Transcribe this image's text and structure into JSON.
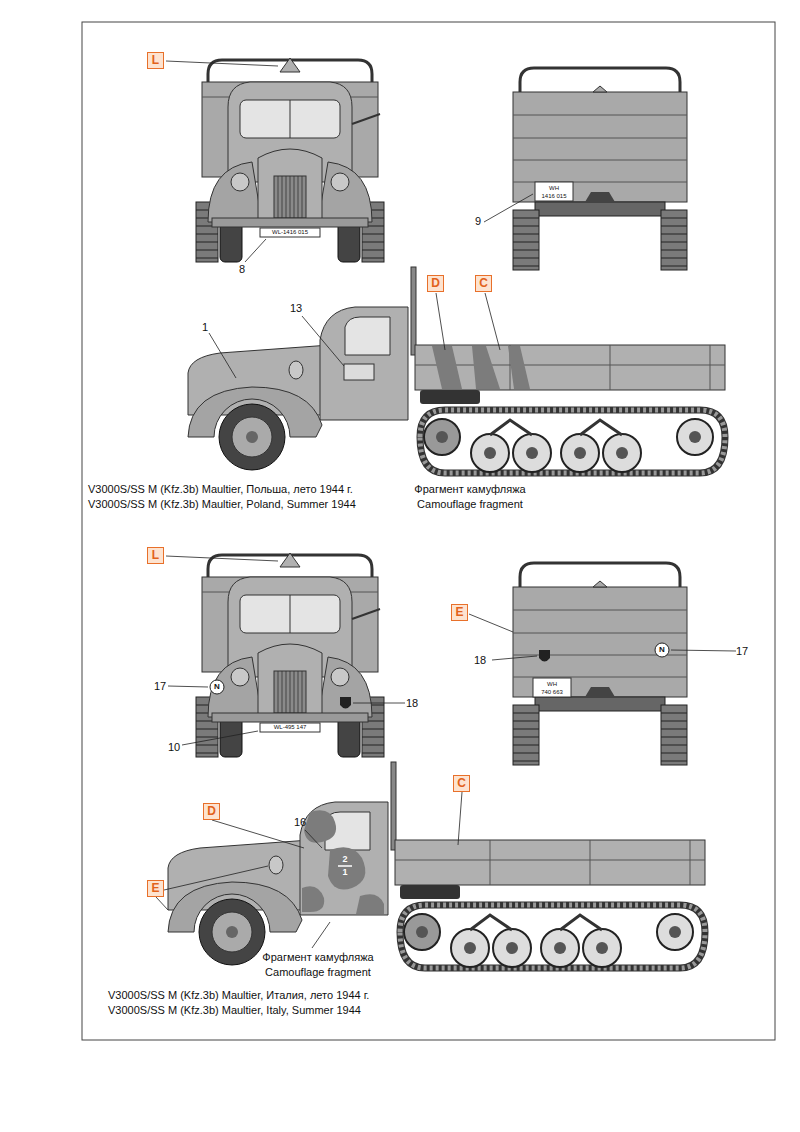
{
  "diagram": {
    "nodes": [
      {
        "text": [
          "L"
        ]
      },
      {
        "text": [
          "D"
        ]
      },
      {
        "text": [
          "C"
        ]
      },
      {
        "text": [
          "L"
        ]
      },
      {
        "text": [
          "E"
        ]
      },
      {
        "text": [
          "D"
        ]
      },
      {
        "text": [
          "C"
        ]
      },
      {
        "text": [
          "E"
        ]
      }
    ],
    "labels": [
      "WL-1416 015",
      "8",
      "WH",
      "1416 015",
      "9",
      "13",
      "1",
      "Фрагмент камуфляжа",
      "Camouflage fragment",
      "V3000S/SS M (Kfz.3b) Maultier, Польша, лето 1944 г.",
      "V3000S/SS M (Kfz.3b) Maultier, Poland, Summer 1944",
      "17",
      "N",
      "WL-495 147",
      "10",
      "18",
      "18",
      "N",
      "17",
      "WH",
      "740 663",
      "16",
      "2",
      "1",
      "Фрагмент камуфляжа",
      "Camouflage fragment",
      "V3000S/SS M (Kfz.3b) Maultier, Италия, лето 1944 г.",
      "V3000S/SS M (Kfz.3b) Maultier, Italy, Summer 1944"
    ]
  }
}
